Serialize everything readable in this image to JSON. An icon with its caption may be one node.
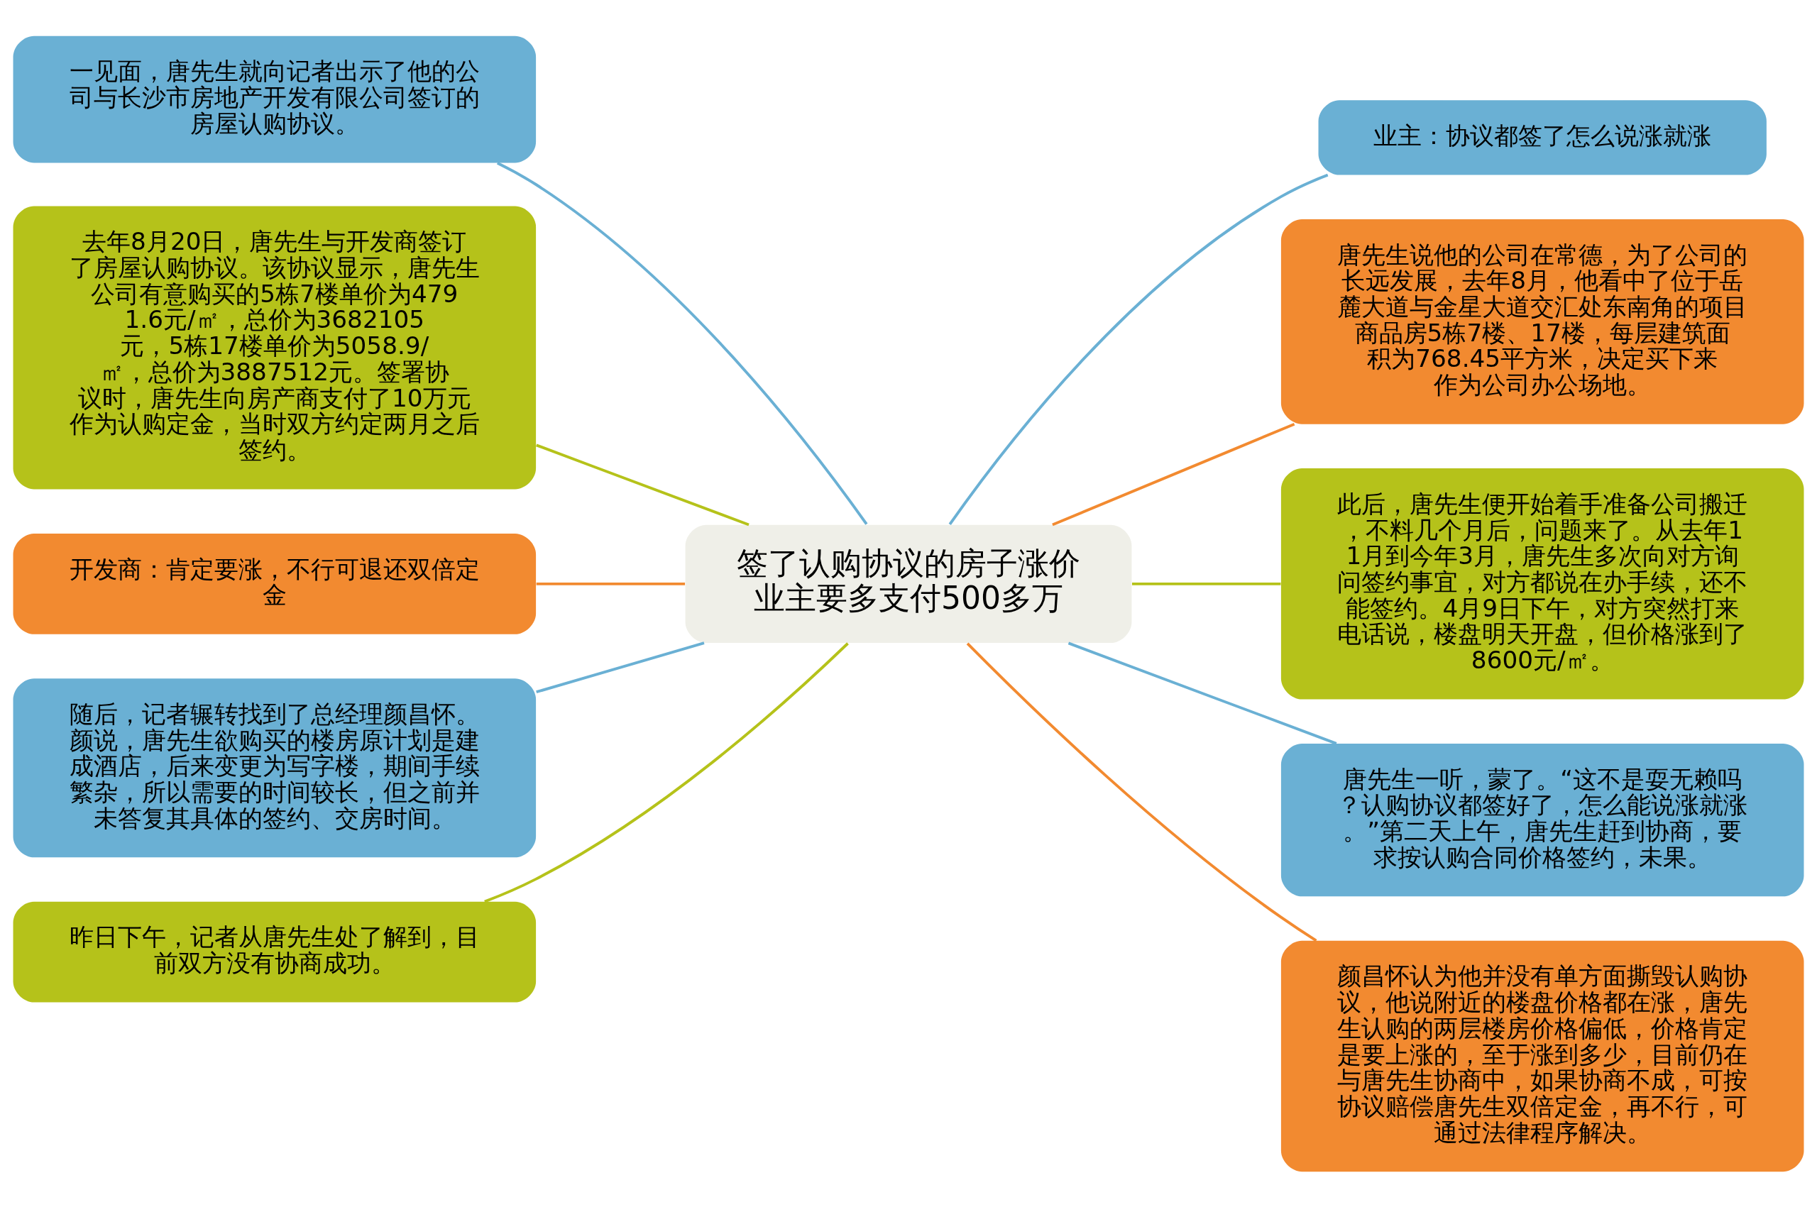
{
  "diagram": {
    "nodes": [
      {
        "text": [
          "签了认购协议的房子涨价业主要多支付500多万"
        ]
      },
      {
        "text": [
          "一见面，唐先生就向记者出示了他的公司与长沙市房地产开发有限公司签订的房屋认购协议。"
        ]
      },
      {
        "text": [
          "去年8月20日，唐先生与开发商签订了房屋认购协议。该协议显示，唐先生公司有意购买的5栋7楼单价为4791.6元/㎡，总价为3682105元，5栋17楼单价为5058.9/㎡，总价为3887512元。签署协议时，唐先生向房产商支付了10万元作为认购定金，当时双方约定两月之后签约。"
        ]
      },
      {
        "text": [
          "开发商：肯定要涨，不行可退还双倍定金"
        ]
      },
      {
        "text": [
          "随后，记者辗转找到了总经理颜昌怀。颜说，唐先生欲购买的楼房原计划是建成酒店，后来变更为写字楼，期间手续繁杂，所以需要的时间较长，但之前并未答复其具体的签约、交房时间。"
        ]
      },
      {
        "text": [
          "昨日下午，记者从唐先生处了解到，目前双方没有协商成功。"
        ]
      },
      {
        "text": [
          "业主：协议都签了怎么说涨就涨"
        ]
      },
      {
        "text": [
          "唐先生说他的公司在常德，为了公司的长远发展，去年8月，他看中了位于岳麓大道与金星大道交汇处东南角的项目商品房5栋7楼、17楼，每层建筑面积为768.45平方米，决定买下来作为公司办公场地。"
        ]
      },
      {
        "text": [
          "此后，唐先生便开始着手准备公司搬迁，不料几个月后，问题来了。从去年11月到今年3月，唐先生多次向对方询问签约事宜，对方都说在办手续，还不能签约。4月9日下午，对方突然打来电话说，楼盘明天开盘，但价格涨到了8600元/㎡。"
        ]
      },
      {
        "text": [
          "唐先生一听，蒙了。“这不是耍无赖吗？认购协议都签好了，怎么能说涨就涨。”第二天上午，唐先生赶到协商，要求按认购合同价格签约，未果。"
        ]
      },
      {
        "text": [
          "颜昌怀认为他并没有单方面撕毁认购协议，他说附近的楼盘价格都在涨，唐先生认购的两层楼房价格偏低，价格肯定是要上涨的，至于涨到多少，目前仍在与唐先生协商中，如果协商不成，可按协议赔偿唐先生双倍定金，再不行，可通过法律程序解决。"
        ]
      }
    ],
    "edges": [
      {
        "from": 0,
        "to": 1,
        "arrow": "none",
        "color": "#6ab0d4"
      },
      {
        "from": 0,
        "to": 2,
        "arrow": "none",
        "color": "#b5c21a"
      },
      {
        "from": 0,
        "to": 3,
        "arrow": "none",
        "color": "#f28a30"
      },
      {
        "from": 0,
        "to": 4,
        "arrow": "none",
        "color": "#6ab0d4"
      },
      {
        "from": 0,
        "to": 5,
        "arrow": "none",
        "color": "#b5c21a"
      },
      {
        "from": 0,
        "to": 6,
        "arrow": "none",
        "color": "#6ab0d4"
      },
      {
        "from": 0,
        "to": 7,
        "arrow": "none",
        "color": "#f28a30"
      },
      {
        "from": 0,
        "to": 8,
        "arrow": "none",
        "color": "#b5c21a"
      },
      {
        "from": 0,
        "to": 9,
        "arrow": "none",
        "color": "#6ab0d4"
      },
      {
        "from": 0,
        "to": 10,
        "arrow": "none",
        "color": "#f28a30"
      }
    ]
  }
}
